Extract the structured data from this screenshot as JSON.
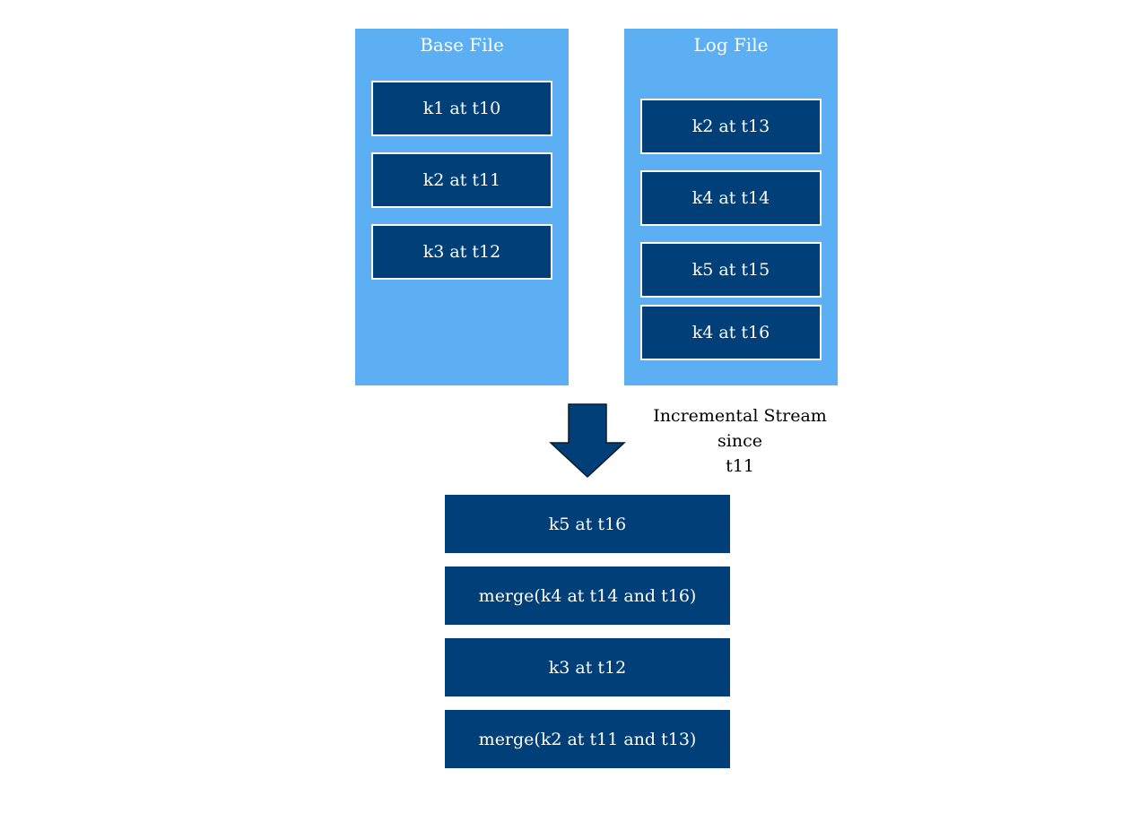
{
  "base_file": {
    "title": "Base File",
    "records": [
      "k1 at t10",
      "k2 at t11",
      "k3 at t12"
    ]
  },
  "log_file": {
    "title": "Log File",
    "records": [
      "k2 at t13",
      "k4 at t14",
      "k5 at t15",
      "k4 at t16"
    ]
  },
  "stream_label": {
    "lines": [
      "Incremental Stream",
      "since",
      "t11"
    ]
  },
  "result": {
    "records": [
      "k5 at t16",
      "merge(k4 at t14 and t16)",
      "k3 at t12",
      "merge(k2 at t11 and t13)"
    ]
  },
  "colors": {
    "panel": "#5baff2",
    "record": "#003f78",
    "record_border": "#ffffff",
    "text_light": "#ffffff",
    "text_dark": "#000000"
  }
}
